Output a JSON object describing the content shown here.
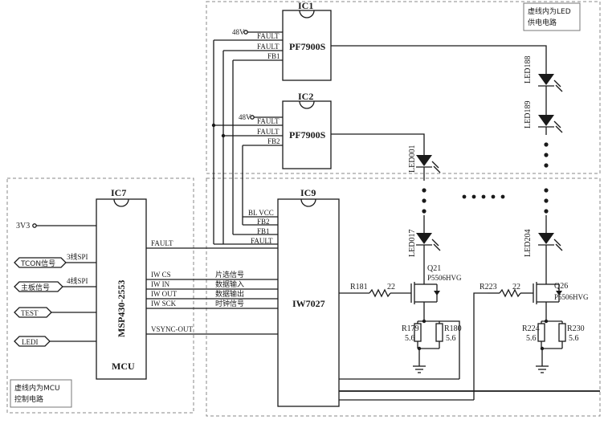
{
  "notes": {
    "led_area": [
      "虚线内为LED",
      "供电电路"
    ],
    "mcu_area": [
      "虚线内为MCU",
      "控制电路"
    ]
  },
  "ic1": {
    "ref": "IC1",
    "part": "PF7900S",
    "pins": [
      "FAULT",
      "FAULT",
      "FB1"
    ],
    "supply": "48V"
  },
  "ic2": {
    "ref": "IC2",
    "part": "PF7900S",
    "pins": [
      "FAULT",
      "FAULT",
      "FB2"
    ],
    "supply": "48V"
  },
  "ic7": {
    "ref": "IC7",
    "part": "MSP430-2553",
    "sub": "MCU",
    "pins": [
      "FAULT",
      "IW CS",
      "IW IN",
      "IW OUT",
      "IW SCK",
      "VSYNC-OUT"
    ]
  },
  "ic9": {
    "ref": "IC9",
    "part": "IW7027",
    "pins": [
      "BL VCC",
      "FB2",
      "FB1",
      "FAULT"
    ]
  },
  "signals_cn": [
    "片选信号",
    "数据输入",
    "数据输出",
    "时钟信号"
  ],
  "inputs": {
    "v33": "3V3",
    "tcon": "TCON信号",
    "tcon_bus": "3线SPI",
    "main": "主板信号",
    "main_bus": "4线SPI",
    "test": "TEST",
    "led1": "LEDI"
  },
  "leds": {
    "led188": "LED188",
    "led189": "LED189",
    "led001": "LED001",
    "led017": "LED017",
    "led204": "LED204"
  },
  "transistors": {
    "q21": {
      "ref": "Q21",
      "part": "P5506HVG"
    },
    "q26": {
      "ref": "Q26",
      "part": "P5506HVG"
    }
  },
  "resistors": {
    "r181": {
      "ref": "R181",
      "value": "22"
    },
    "r223": {
      "ref": "R223",
      "value": "22"
    },
    "r179": {
      "ref": "R179",
      "value": "5.6"
    },
    "r180": {
      "ref": "R180",
      "value": "5.6"
    },
    "r224": {
      "ref": "R224",
      "value": "5.6"
    },
    "r230": {
      "ref": "R230",
      "value": "5.6"
    }
  }
}
